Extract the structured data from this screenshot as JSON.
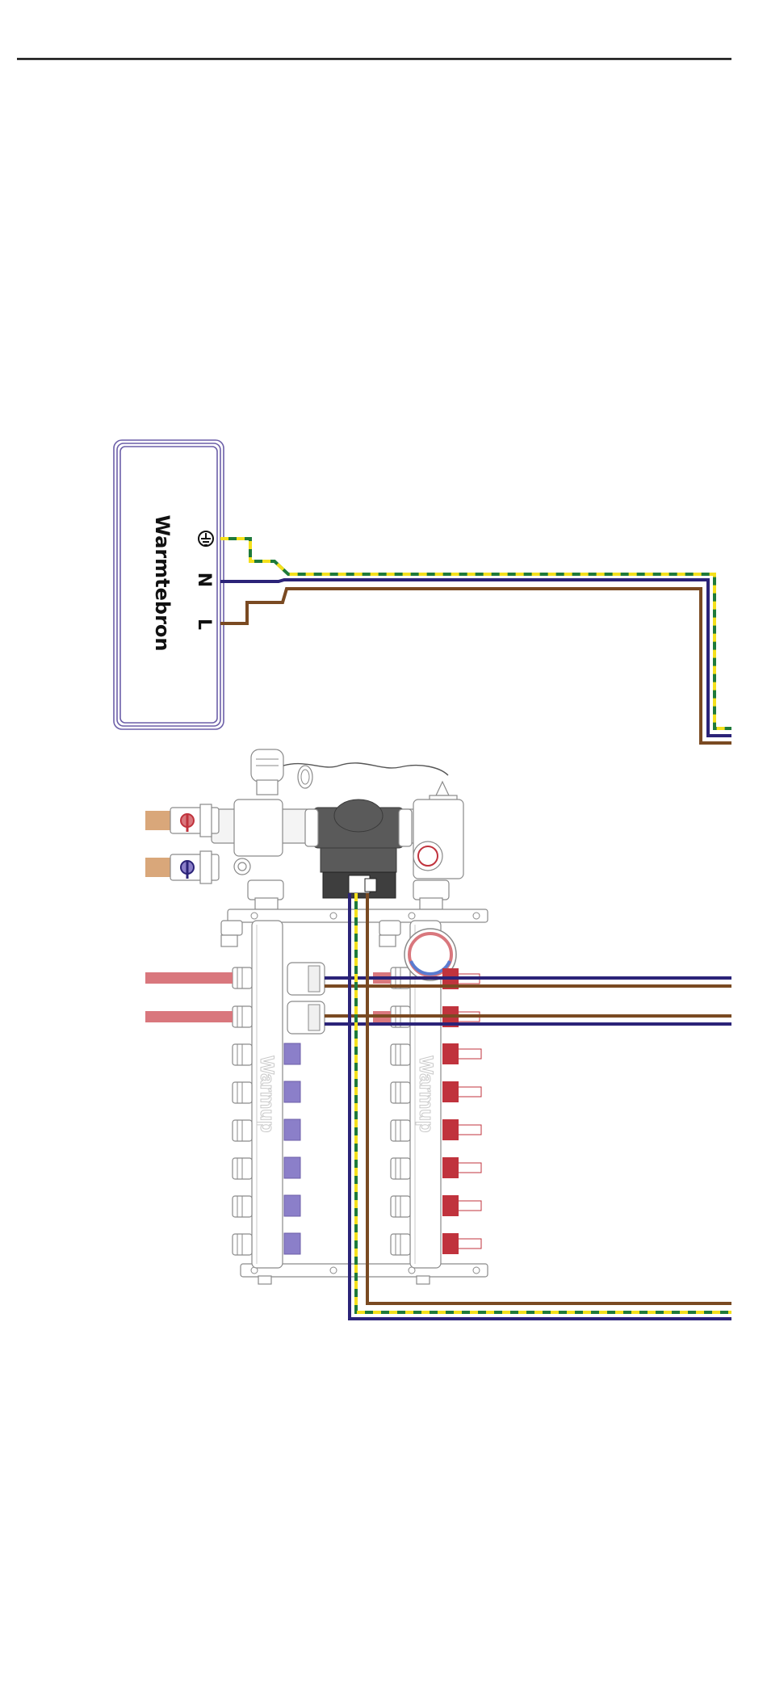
{
  "diagram": {
    "heat_source": {
      "label": "Warmtebron",
      "terminals": [
        {
          "symbol": "⏚",
          "meaning": "earth"
        },
        {
          "symbol": "N"
        },
        {
          "symbol": "L"
        }
      ]
    },
    "manifold_brand": "Warmup",
    "wire_colors": {
      "neutral": "#2b2378",
      "live": "#7a4a22",
      "earth_green": "#1f7a3a",
      "earth_yellow": "#f4e01c",
      "pipe_red": "#d9777d",
      "pipe_copper": "#d9a77a",
      "actuator_purple": "#8b7fc9",
      "flowmeter_red": "#c0333d"
    }
  }
}
